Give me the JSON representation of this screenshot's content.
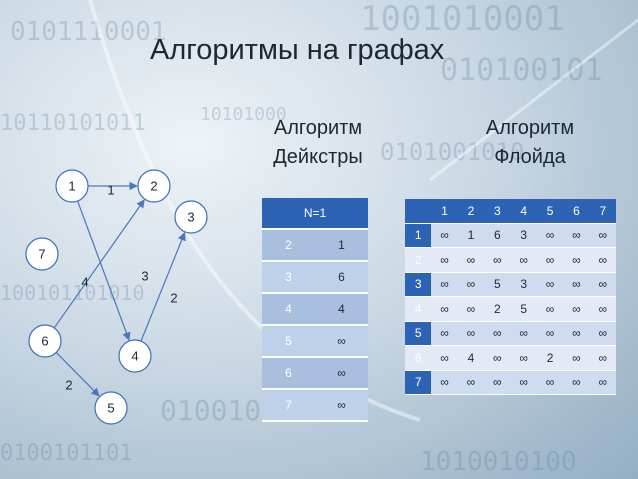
{
  "slide": {
    "title": "Алгоритмы на графах",
    "dijkstra_heading_line1": "Алгоритм",
    "dijkstra_heading_line2": "Дейкстры",
    "floyd_heading_line1": "Алгоритм",
    "floyd_heading_line2": "Флойда"
  },
  "graph": {
    "nodes": [
      "1",
      "2",
      "3",
      "4",
      "5",
      "6",
      "7"
    ],
    "edges": [
      {
        "from": "1",
        "to": "2",
        "weight": "1"
      },
      {
        "from": "1",
        "to": "4",
        "weight": "3"
      },
      {
        "from": "4",
        "to": "3",
        "weight": "2"
      },
      {
        "from": "6",
        "to": "2",
        "weight": "4"
      },
      {
        "from": "6",
        "to": "5",
        "weight": "2"
      }
    ]
  },
  "dijkstra_table": {
    "header": "N=1",
    "rows": [
      [
        "2",
        "1"
      ],
      [
        "3",
        "6"
      ],
      [
        "4",
        "4"
      ],
      [
        "5",
        "∞"
      ],
      [
        "6",
        "∞"
      ],
      [
        "7",
        "∞"
      ]
    ]
  },
  "floyd_table": {
    "columns": [
      "",
      "1",
      "2",
      "3",
      "4",
      "5",
      "6",
      "7"
    ],
    "rows": [
      [
        "1",
        "∞",
        "1",
        "6",
        "3",
        "∞",
        "∞",
        "∞"
      ],
      [
        "2",
        "∞",
        "∞",
        "∞",
        "∞",
        "∞",
        "∞",
        "∞"
      ],
      [
        "3",
        "∞",
        "∞",
        "5",
        "3",
        "∞",
        "∞",
        "∞"
      ],
      [
        "4",
        "∞",
        "∞",
        "2",
        "5",
        "∞",
        "∞",
        "∞"
      ],
      [
        "5",
        "∞",
        "∞",
        "∞",
        "∞",
        "∞",
        "∞",
        "∞"
      ],
      [
        "6",
        "∞",
        "4",
        "∞",
        "∞",
        "2",
        "∞",
        "∞"
      ],
      [
        "7",
        "∞",
        "∞",
        "∞",
        "∞",
        "∞",
        "∞",
        "∞"
      ]
    ]
  },
  "colors": {
    "table_header": "#2d63b5",
    "node_stroke": "#3d6fb8",
    "edge": "#4a77bf"
  }
}
